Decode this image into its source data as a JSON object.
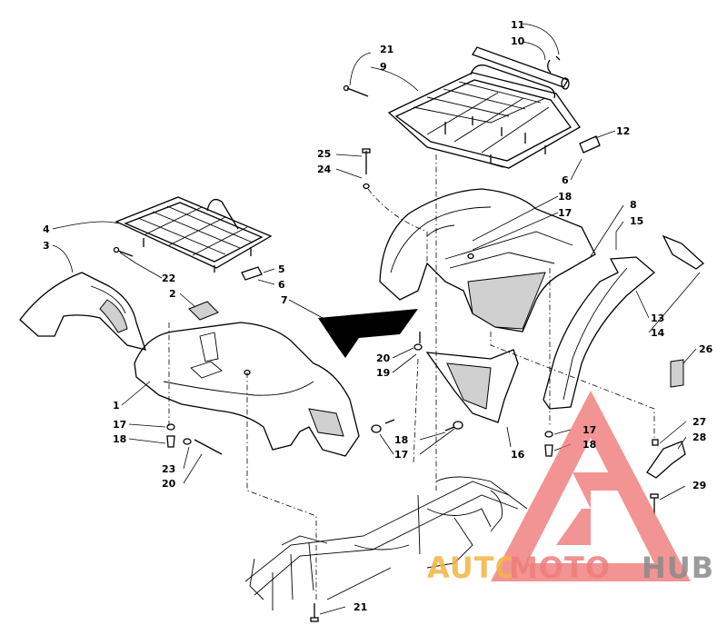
{
  "callouts": [
    {
      "id": "c11",
      "text": "11"
    },
    {
      "id": "c10",
      "text": "10"
    },
    {
      "id": "c21a",
      "text": "21"
    },
    {
      "id": "c9",
      "text": "9"
    },
    {
      "id": "c12",
      "text": "12"
    },
    {
      "id": "c25",
      "text": "25"
    },
    {
      "id": "c24",
      "text": "24"
    },
    {
      "id": "c6a",
      "text": "6"
    },
    {
      "id": "c18a",
      "text": "18"
    },
    {
      "id": "c17a",
      "text": "17"
    },
    {
      "id": "c8",
      "text": "8"
    },
    {
      "id": "c15",
      "text": "15"
    },
    {
      "id": "c4",
      "text": "4"
    },
    {
      "id": "c3",
      "text": "3"
    },
    {
      "id": "c22",
      "text": "22"
    },
    {
      "id": "c5",
      "text": "5"
    },
    {
      "id": "c6b",
      "text": "6"
    },
    {
      "id": "c2",
      "text": "2"
    },
    {
      "id": "c7",
      "text": "7"
    },
    {
      "id": "c13",
      "text": "13"
    },
    {
      "id": "c14",
      "text": "14"
    },
    {
      "id": "c26",
      "text": "26"
    },
    {
      "id": "c20a",
      "text": "20"
    },
    {
      "id": "c19",
      "text": "19"
    },
    {
      "id": "c1",
      "text": "1"
    },
    {
      "id": "c17b",
      "text": "17"
    },
    {
      "id": "c18b",
      "text": "18"
    },
    {
      "id": "c18c",
      "text": "18"
    },
    {
      "id": "c17c",
      "text": "17"
    },
    {
      "id": "c16",
      "text": "16"
    },
    {
      "id": "c17d",
      "text": "17"
    },
    {
      "id": "c18d",
      "text": "18"
    },
    {
      "id": "c27",
      "text": "27"
    },
    {
      "id": "c28",
      "text": "28"
    },
    {
      "id": "c23",
      "text": "23"
    },
    {
      "id": "c20b",
      "text": "20"
    },
    {
      "id": "c29",
      "text": "29"
    },
    {
      "id": "c21b",
      "text": "21"
    }
  ],
  "watermark": {
    "part1": "AUTO",
    "part2": "MOTO",
    "part3": "HUB",
    "color_auto": "#f2b544",
    "color_moto": "#ef7d7d",
    "color_hub": "#8a8a8a",
    "color_logo": "#ee6b6b"
  }
}
